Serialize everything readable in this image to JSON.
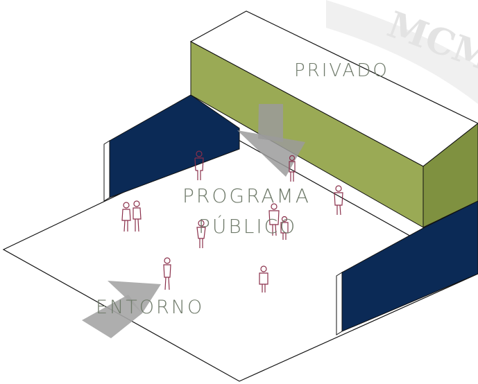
{
  "labels": {
    "privado": "PRIVADO",
    "programa": "PROGRAMA",
    "publico": "PÚBLICO",
    "entorno": "ENTORNO"
  },
  "watermark": {
    "text": "MCM"
  },
  "colors": {
    "background": "#ffffff",
    "private_block_front": "#9aaa55",
    "private_block_top": "#ffffff",
    "navy_wall": "#0b2a56",
    "floor": "#ffffff",
    "outline": "#111111",
    "arrow": "#9b9b9b",
    "label_text": "#6f7a6a",
    "figures": "#8a2f4a",
    "watermark": "#e8e8e8"
  }
}
